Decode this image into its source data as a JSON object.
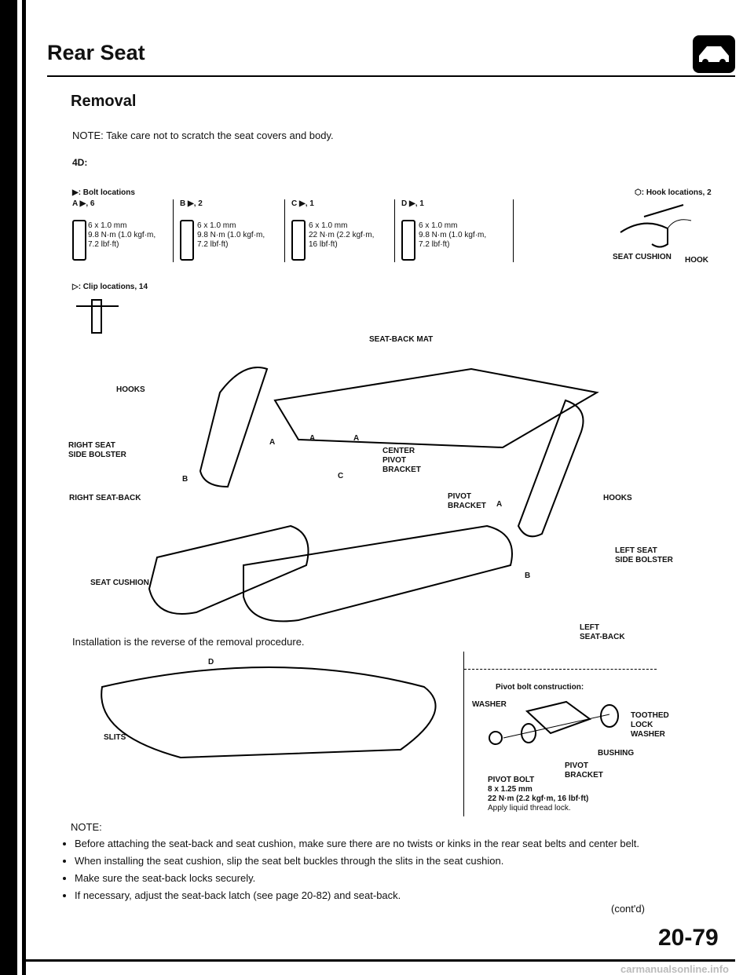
{
  "header": {
    "title": "Rear Seat",
    "car_icon": "car-side-icon"
  },
  "section": {
    "title": "Removal",
    "note": "NOTE:  Take care not to scratch the seat covers and body.",
    "model": "4D:"
  },
  "legend": {
    "bolt_locations": "▶: Bolt locations",
    "hook_locations": "⬡: Hook locations, 2",
    "clip_locations": "▷: Clip locations, 14",
    "bolts": [
      {
        "id": "A ▶, 6",
        "size": "6 x 1.0 mm",
        "torque": "9.8 N·m (1.0 kgf·m,",
        "torque2": "7.2 lbf·ft)"
      },
      {
        "id": "B ▶, 2",
        "size": "6 x 1.0 mm",
        "torque": "9.8 N·m (1.0 kgf·m,",
        "torque2": "7.2 lbf·ft)"
      },
      {
        "id": "C ▶, 1",
        "size": "6 x 1.0 mm",
        "torque": "22 N·m (2.2 kgf·m,",
        "torque2": "16 lbf·ft)"
      },
      {
        "id": "D ▶, 1",
        "size": "6 x 1.0 mm",
        "torque": "9.8 N·m (1.0 kgf·m,",
        "torque2": "7.2 lbf·ft)"
      }
    ],
    "hook_labels": {
      "cushion": "SEAT CUSHION",
      "hook": "HOOK"
    }
  },
  "diagram": {
    "seat_back_mat": "SEAT-BACK MAT",
    "hooks_left": "HOOKS",
    "right_bolster": "RIGHT SEAT",
    "right_bolster2": "SIDE BOLSTER",
    "center_pivot": "CENTER",
    "center_pivot2": "PIVOT",
    "center_pivot3": "BRACKET",
    "pivot_bracket": "PIVOT",
    "pivot_bracket2": "BRACKET",
    "right_seat_back": "RIGHT SEAT-BACK",
    "hooks_right": "HOOKS",
    "left_bolster": "LEFT SEAT",
    "left_bolster2": "SIDE BOLSTER",
    "seat_cushion": "SEAT CUSHION",
    "left_seat_back": "LEFT",
    "left_seat_back2": "SEAT-BACK",
    "slits": "SLITS",
    "markers": [
      "A",
      "A",
      "A",
      "A",
      "B",
      "B",
      "C",
      "D"
    ]
  },
  "installation": "Installation is the reverse of the removal procedure.",
  "pivot_box": {
    "title": "Pivot bolt construction:",
    "washer": "WASHER",
    "toothed": "TOOTHED",
    "lock": "LOCK",
    "washer2": "WASHER",
    "bushing": "BUSHING",
    "pivot": "PIVOT",
    "bracket": "BRACKET",
    "bolt": "PIVOT BOLT",
    "bolt_size": "8 x 1.25 mm",
    "bolt_torque": "22 N·m (2.2 kgf·m, 16 lbf·ft)",
    "thread_lock": "Apply liquid thread lock."
  },
  "notes": {
    "label": "NOTE:",
    "items": [
      "Before attaching the seat-back and seat cushion, make sure there are no twists or kinks in the rear seat belts and center belt.",
      "When installing the seat cushion, slip the seat belt buckles through the slits in the seat cushion.",
      "Make sure the seat-back locks securely.",
      "If necessary, adjust the seat-back latch (see page 20-82) and seat-back."
    ],
    "contd": "(cont'd)"
  },
  "page_number": "20-79",
  "watermark": "carmanualsonline.info"
}
